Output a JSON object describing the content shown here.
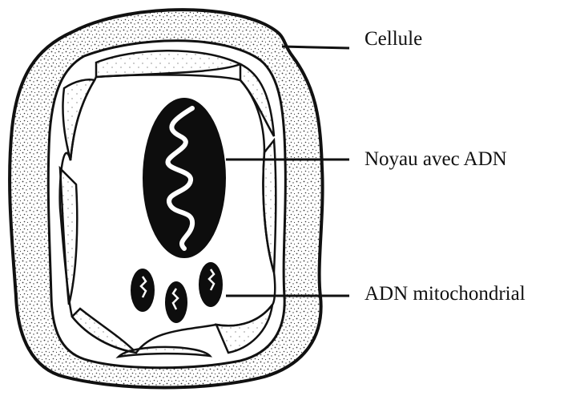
{
  "labels": {
    "cell": "Cellule",
    "nucleus": "Noyau avec ADN",
    "mitochondria": "ADN mitochondrial"
  },
  "colors": {
    "ink": "#111111",
    "stipple": "#3a3a3a",
    "background": "#ffffff"
  }
}
